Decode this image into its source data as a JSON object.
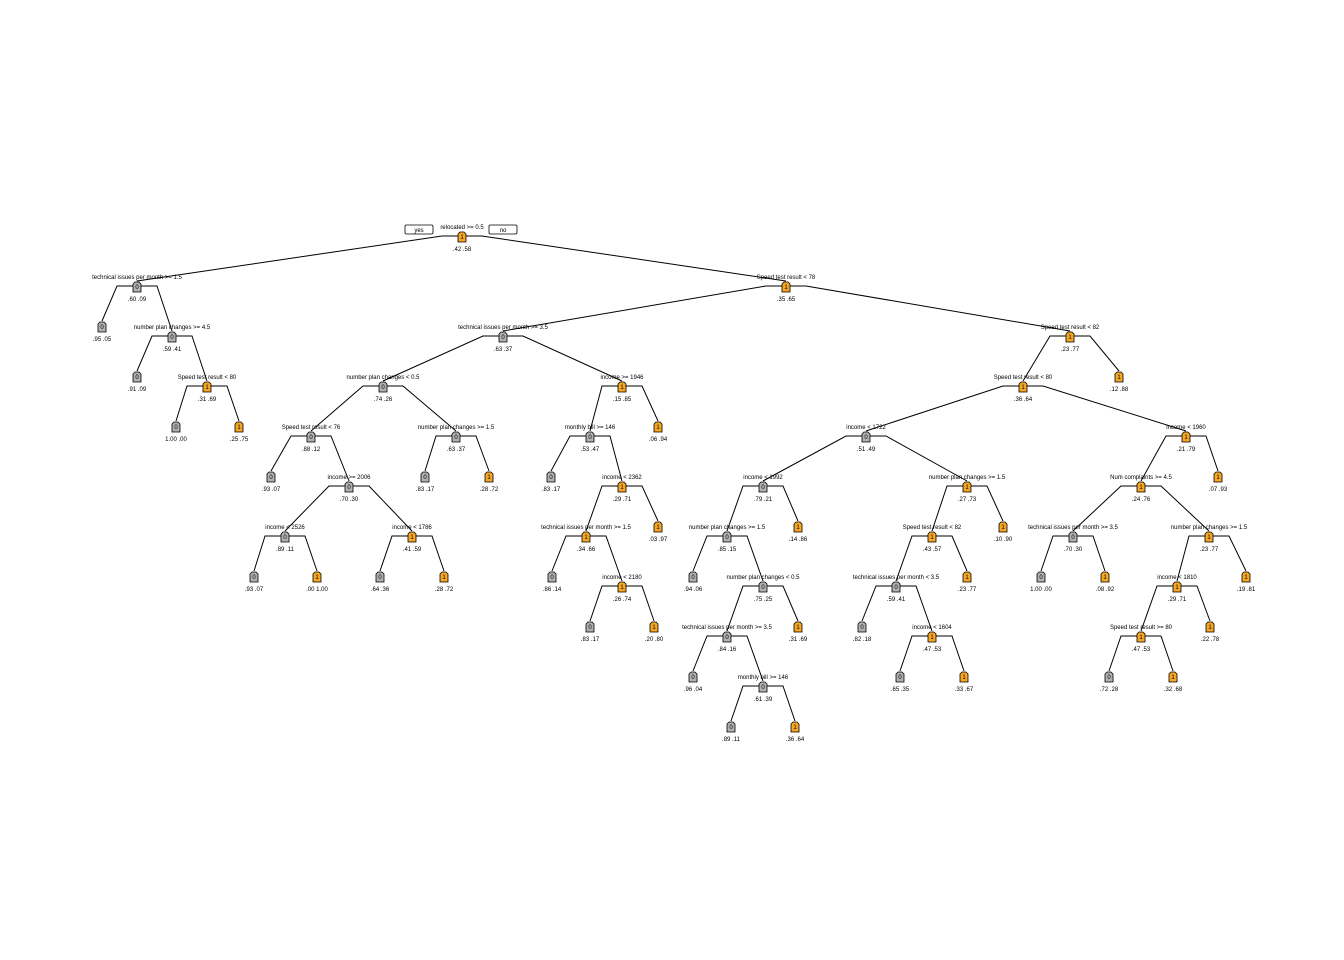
{
  "diagram": {
    "colors": {
      "class_0": "#b0b0b0",
      "class_1": "#f5a623",
      "edge": "#000000"
    },
    "branch_labels": {
      "yes": "yes",
      "no": "no"
    },
    "nodes": [
      {
        "id": "n1",
        "cls": "1",
        "prob": ".42 .58",
        "split": "relocated >= 0.5"
      },
      {
        "id": "n2",
        "parent": "n1",
        "cls": "0",
        "prob": ".60 .09",
        "split": "technical issues per month >= 1.5"
      },
      {
        "id": "n3",
        "parent": "n2",
        "cls": "0",
        "prob": ".95 .05"
      },
      {
        "id": "n4",
        "parent": "n2",
        "cls": "0",
        "prob": ".59 .41",
        "split": "number plan changes >= 4.5"
      },
      {
        "id": "n5",
        "parent": "n4",
        "cls": "0",
        "prob": ".91 .09"
      },
      {
        "id": "n6",
        "parent": "n4",
        "cls": "1",
        "prob": ".31 .69",
        "split": "Speed test result < 80"
      },
      {
        "id": "n7",
        "parent": "n6",
        "cls": "0",
        "prob": "1.00 .00"
      },
      {
        "id": "n8",
        "parent": "n6",
        "cls": "1",
        "prob": ".25 .75"
      },
      {
        "id": "n9",
        "parent": "n1",
        "cls": "1",
        "prob": ".35 .65",
        "split": "Speed test result < 78"
      },
      {
        "id": "n10",
        "parent": "n9",
        "cls": "0",
        "prob": ".63 .37",
        "split": "technical issues per month >= 3.5"
      },
      {
        "id": "n11",
        "parent": "n10",
        "cls": "0",
        "prob": ".74 .26",
        "split": "number plan changes < 0.5"
      },
      {
        "id": "n12",
        "parent": "n11",
        "cls": "0",
        "prob": ".88 .12",
        "split": "Speed test result < 76"
      },
      {
        "id": "n13",
        "parent": "n12",
        "cls": "0",
        "prob": ".93 .07"
      },
      {
        "id": "n14",
        "parent": "n12",
        "cls": "0",
        "prob": ".70 .30",
        "split": "income >= 2006"
      },
      {
        "id": "n15",
        "parent": "n14",
        "cls": "0",
        "prob": ".89 .11",
        "split": "income < 2526"
      },
      {
        "id": "n16",
        "parent": "n15",
        "cls": "0",
        "prob": ".93 .07"
      },
      {
        "id": "n17",
        "parent": "n15",
        "cls": "1",
        "prob": ".00 1.00"
      },
      {
        "id": "n18",
        "parent": "n14",
        "cls": "1",
        "prob": ".41 .59",
        "split": "income < 1786"
      },
      {
        "id": "n19",
        "parent": "n18",
        "cls": "0",
        "prob": ".64 .36"
      },
      {
        "id": "n20",
        "parent": "n18",
        "cls": "1",
        "prob": ".28 .72"
      },
      {
        "id": "n21",
        "parent": "n11",
        "cls": "0",
        "prob": ".63 .37",
        "split": "number plan changes >= 1.5"
      },
      {
        "id": "n22",
        "parent": "n21",
        "cls": "0",
        "prob": ".83 .17"
      },
      {
        "id": "n23",
        "parent": "n21",
        "cls": "1",
        "prob": ".28 .72"
      },
      {
        "id": "n24",
        "parent": "n10",
        "cls": "1",
        "prob": ".15 .85",
        "split": "income >= 1946"
      },
      {
        "id": "n25",
        "parent": "n24",
        "cls": "0",
        "prob": ".53 .47",
        "split": "monthly bill >= 146"
      },
      {
        "id": "n26",
        "parent": "n25",
        "cls": "0",
        "prob": ".83 .17"
      },
      {
        "id": "n27",
        "parent": "n25",
        "cls": "1",
        "prob": ".29 .71",
        "split": "income < 2362"
      },
      {
        "id": "n28",
        "parent": "n27",
        "cls": "1",
        "prob": ".34 .66",
        "split": "technical issues per month >= 1.5"
      },
      {
        "id": "n29",
        "parent": "n28",
        "cls": "0",
        "prob": ".86 .14"
      },
      {
        "id": "n30",
        "parent": "n28",
        "cls": "1",
        "prob": ".26 .74",
        "split": "income < 2180"
      },
      {
        "id": "n31",
        "parent": "n30",
        "cls": "0",
        "prob": ".83 .17"
      },
      {
        "id": "n32",
        "parent": "n30",
        "cls": "1",
        "prob": ".20 .80"
      },
      {
        "id": "n33",
        "parent": "n27",
        "cls": "1",
        "prob": ".03 .97"
      },
      {
        "id": "n34",
        "parent": "n24",
        "cls": "1",
        "prob": ".06 .94"
      },
      {
        "id": "n35",
        "parent": "n9",
        "cls": "1",
        "prob": ".23 .77",
        "split": "Speed test result < 82"
      },
      {
        "id": "n36",
        "parent": "n35",
        "cls": "1",
        "prob": ".36 .64",
        "split": "Speed test result < 80"
      },
      {
        "id": "n37",
        "parent": "n36",
        "cls": "0",
        "prob": ".51 .49",
        "split": "income < 1722"
      },
      {
        "id": "n38",
        "parent": "n37",
        "cls": "0",
        "prob": ".79 .21",
        "split": "income < 1992"
      },
      {
        "id": "n39",
        "parent": "n38",
        "cls": "0",
        "prob": ".85 .15",
        "split": "number plan changes >= 1.5"
      },
      {
        "id": "n40",
        "parent": "n39",
        "cls": "0",
        "prob": ".94 .06"
      },
      {
        "id": "n41",
        "parent": "n39",
        "cls": "0",
        "prob": ".75 .25",
        "split": "number plan changes < 0.5"
      },
      {
        "id": "n42",
        "parent": "n41",
        "cls": "0",
        "prob": ".84 .16",
        "split": "technical issues per month >= 3.5"
      },
      {
        "id": "n43",
        "parent": "n42",
        "cls": "0",
        "prob": ".96 .04"
      },
      {
        "id": "n44",
        "parent": "n42",
        "cls": "0",
        "prob": ".61 .39",
        "split": "monthly bill >= 146"
      },
      {
        "id": "n45",
        "parent": "n44",
        "cls": "0",
        "prob": ".89 .11"
      },
      {
        "id": "n46",
        "parent": "n44",
        "cls": "1",
        "prob": ".36 .64"
      },
      {
        "id": "n47",
        "parent": "n41",
        "cls": "1",
        "prob": ".31 .69"
      },
      {
        "id": "n48",
        "parent": "n38",
        "cls": "1",
        "prob": ".14 .86"
      },
      {
        "id": "n49",
        "parent": "n37",
        "cls": "1",
        "prob": ".27 .73",
        "split": "number plan changes >= 1.5"
      },
      {
        "id": "n50",
        "parent": "n49",
        "cls": "1",
        "prob": ".43 .57",
        "split": "Speed test result < 82"
      },
      {
        "id": "n51",
        "parent": "n50",
        "cls": "0",
        "prob": ".59 .41",
        "split": "technical issues per month < 3.5"
      },
      {
        "id": "n52",
        "parent": "n51",
        "cls": "0",
        "prob": ".82 .18"
      },
      {
        "id": "n53",
        "parent": "n51",
        "cls": "1",
        "prob": ".47 .53",
        "split": "income < 1604"
      },
      {
        "id": "n54",
        "parent": "n53",
        "cls": "0",
        "prob": ".65 .35"
      },
      {
        "id": "n55",
        "parent": "n53",
        "cls": "1",
        "prob": ".33 .67"
      },
      {
        "id": "n56",
        "parent": "n50",
        "cls": "1",
        "prob": ".23 .77"
      },
      {
        "id": "n57",
        "parent": "n49",
        "cls": "1",
        "prob": ".10 .90"
      },
      {
        "id": "n58",
        "parent": "n36",
        "cls": "1",
        "prob": ".21 .79",
        "split": "income < 1960"
      },
      {
        "id": "n59",
        "parent": "n58",
        "cls": "1",
        "prob": ".24 .76",
        "split": "Num complaints >= 4.5"
      },
      {
        "id": "n60",
        "parent": "n59",
        "cls": "0",
        "prob": ".70 .30",
        "split": "technical issues per month >= 3.5"
      },
      {
        "id": "n61",
        "parent": "n60",
        "cls": "0",
        "prob": "1.00 .00"
      },
      {
        "id": "n62",
        "parent": "n60",
        "cls": "1",
        "prob": ".08 .92"
      },
      {
        "id": "n63",
        "parent": "n59",
        "cls": "1",
        "prob": ".23 .77",
        "split": "number plan changes >= 1.5"
      },
      {
        "id": "n64",
        "parent": "n63",
        "cls": "1",
        "prob": ".29 .71",
        "split": "income < 1810"
      },
      {
        "id": "n65",
        "parent": "n64",
        "cls": "1",
        "prob": ".47 .53",
        "split": "Speed test result >= 80"
      },
      {
        "id": "n66",
        "parent": "n65",
        "cls": "0",
        "prob": ".72 .28"
      },
      {
        "id": "n67",
        "parent": "n65",
        "cls": "1",
        "prob": ".32 .68"
      },
      {
        "id": "n68",
        "parent": "n64",
        "cls": "1",
        "prob": ".22 .78"
      },
      {
        "id": "n69",
        "parent": "n63",
        "cls": "1",
        "prob": ".19 .81"
      },
      {
        "id": "n70",
        "parent": "n58",
        "cls": "1",
        "prob": ".07 .93"
      },
      {
        "id": "n71",
        "parent": "n35",
        "cls": "1",
        "prob": ".12 .88"
      }
    ]
  }
}
